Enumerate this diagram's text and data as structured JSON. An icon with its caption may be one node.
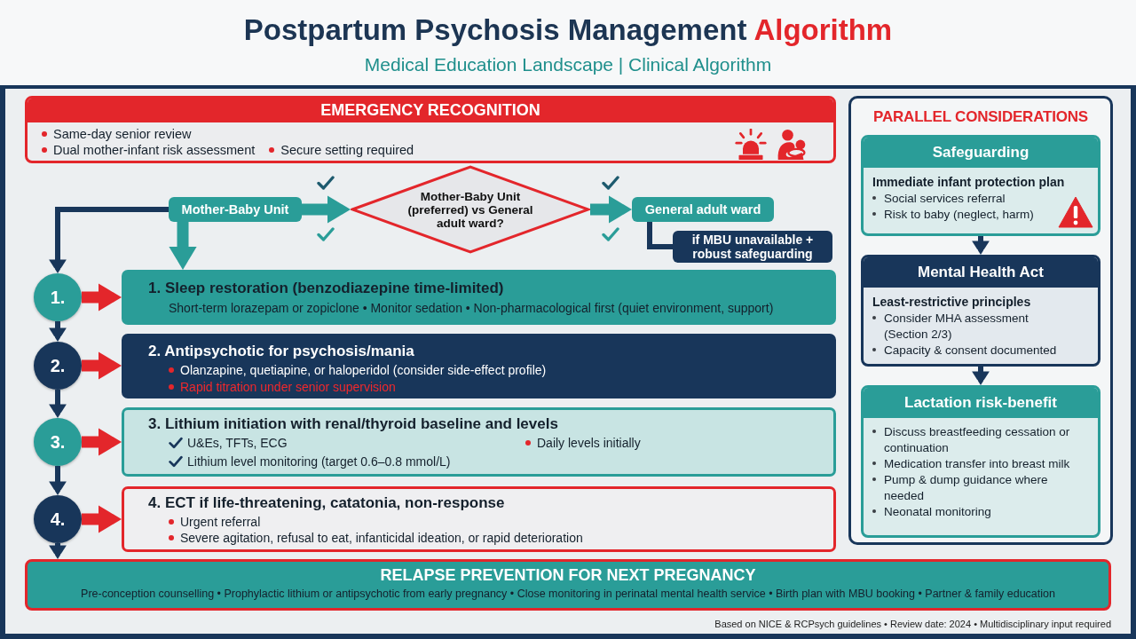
{
  "diagram": {
    "title": "Postpartum Psychosis Management Algorithm",
    "nodes": [
      {
        "text": [
          "EMERGENCY RECOGNITION",
          "Same-day senior review",
          "Dual mother-infant risk assessment",
          "Secure setting required"
        ]
      },
      {
        "text": [
          "Mother-Baby Unit"
        ]
      },
      {
        "text": [
          "Mother-Baby Unit (preferred) vs General adult ward?"
        ]
      },
      {
        "text": [
          "General adult ward"
        ]
      },
      {
        "text": [
          "if MBU unavailable + robust safeguarding"
        ]
      },
      {
        "text": [
          "1."
        ]
      },
      {
        "text": [
          "1. Sleep restoration (benzodiazepine time-limited)",
          "Short-term lorazepam or zopiclone • Monitor sedation • Non-pharmacological first (quiet environment, support)"
        ]
      },
      {
        "text": [
          "2."
        ]
      },
      {
        "text": [
          "2. Antipsychotic for psychosis/mania",
          "Olanzapine, quetiapine, or haloperidol (consider side-effect profile)",
          "Rapid titration under senior supervision"
        ]
      },
      {
        "text": [
          "3."
        ]
      },
      {
        "text": [
          "3. Lithium initiation with renal/thyroid baseline and levels",
          "U&Es, TFTs, ECG",
          "Daily levels initially",
          "Lithium level monitoring (target 0.6–0.8 mmol/L)"
        ]
      },
      {
        "text": [
          "4."
        ]
      },
      {
        "text": [
          "4. ECT if life-threatening, catatonia, non-response",
          "Urgent referral",
          "Severe agitation, refusal to eat, infanticidal ideation, or rapid deterioration"
        ]
      },
      {
        "text": [
          "RELAPSE PREVENTION FOR NEXT PREGNANCY",
          "Pre-conception counselling • Prophylactic lithium or antipsychotic from early pregnancy • Close monitoring in perinatal mental health service • Birth plan with MBU booking • Partner & family education"
        ]
      },
      {
        "text": [
          "PARALLEL CONSIDERATIONS"
        ]
      },
      {
        "text": [
          "Safeguarding",
          "Immediate infant protection plan",
          "Social services referral",
          "Risk to baby (neglect, harm)"
        ],
        "in": 14
      },
      {
        "text": [
          "Mental Health Act",
          "Least-restrictive principles",
          "Consider MHA assessment (Section 2/3)",
          "Capacity & consent documented"
        ],
        "in": 14
      },
      {
        "text": [
          "Lactation risk-benefit",
          "Discuss breastfeeding cessation or continuation",
          "Medication transfer into breast milk",
          "Pump & dump guidance where needed",
          "Neonatal monitoring"
        ],
        "in": 14
      }
    ],
    "edges": [
      {
        "from": 1,
        "to": 2,
        "arrow": "to",
        "style": "thick",
        "color": "#2a9d98"
      },
      {
        "from": 2,
        "to": 3,
        "arrow": "to",
        "style": "thick",
        "color": "#2a9d98"
      },
      {
        "from": 3,
        "to": 4,
        "arrow": "none"
      },
      {
        "from": 1,
        "to": 6,
        "arrow": "to",
        "style": "thick",
        "color": "#2a9d98"
      },
      {
        "from": 1,
        "to": 5,
        "arrow": "to"
      },
      {
        "from": 5,
        "to": 6,
        "arrow": "to",
        "style": "thick",
        "color": "#e3262b"
      },
      {
        "from": 5,
        "to": 7,
        "arrow": "to"
      },
      {
        "from": 7,
        "to": 8,
        "arrow": "to",
        "style": "thick",
        "color": "#e3262b"
      },
      {
        "from": 7,
        "to": 9,
        "arrow": "to"
      },
      {
        "from": 9,
        "to": 10,
        "arrow": "to",
        "style": "thick",
        "color": "#e3262b"
      },
      {
        "from": 9,
        "to": 11,
        "arrow": "to"
      },
      {
        "from": 11,
        "to": 12,
        "arrow": "to",
        "style": "thick",
        "color": "#e3262b"
      },
      {
        "from": 11,
        "to": 13,
        "arrow": "to"
      },
      {
        "from": 15,
        "to": 16,
        "arrow": "to"
      },
      {
        "from": 16,
        "to": 17,
        "arrow": "to"
      }
    ],
    "labels": [
      "Medical Education Landscape | Clinical Algorithm",
      "Based on NICE & RCPsych guidelines • Review date: 2024 • Multidisciplinary input required"
    ]
  }
}
